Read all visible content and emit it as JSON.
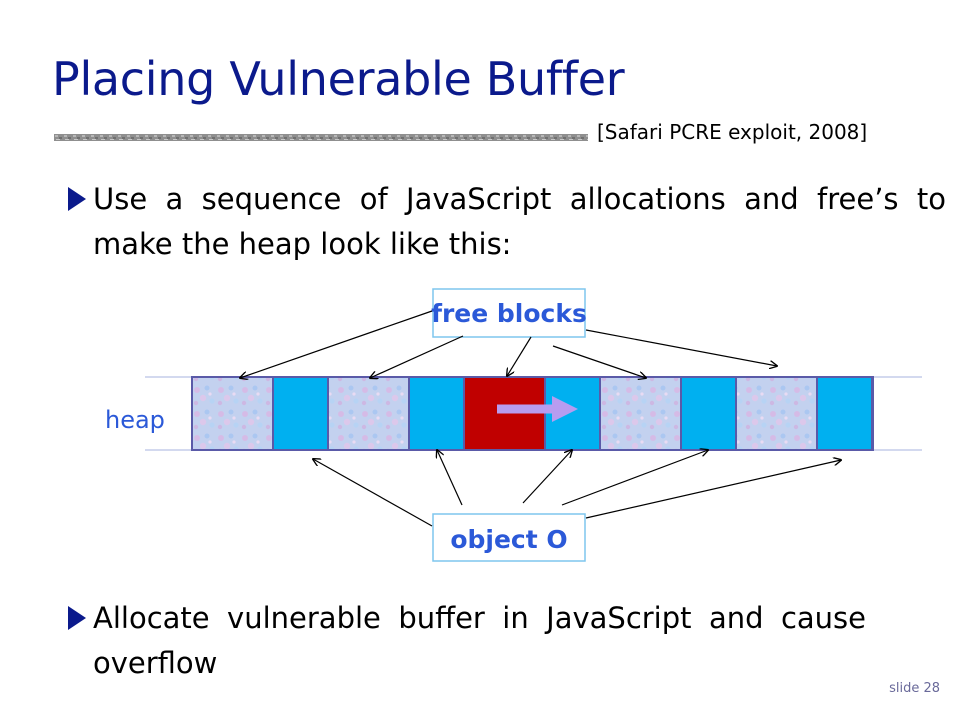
{
  "slide": {
    "title": "Placing Vulnerable Buffer",
    "citation": "[Safari PCRE exploit, 2008]",
    "slide_number": "slide 28"
  },
  "bullets": [
    {
      "text": "Use a sequence of JavaScript allocations and free’s to make the heap look like this:"
    },
    {
      "text": "Allocate vulnerable buffer in JavaScript and cause overflow"
    }
  ],
  "diagram": {
    "heap_label": "heap",
    "free_blocks_label": "free blocks",
    "object_label": "object O",
    "heap_cells": [
      "free-block",
      "object",
      "free-block",
      "object",
      "vulnerable-buffer",
      "object",
      "free-block",
      "object",
      "free-block",
      "object"
    ],
    "overflow_direction": "right",
    "icons": {
      "bullet": "bullet-icon",
      "overflow": "overflow-arrow-icon"
    }
  },
  "colors": {
    "title": "#0b1a8c",
    "label_text": "#2b59d8",
    "label_border": "#7ec6ee",
    "object_block": "#00b0f0",
    "vulnerable_buffer": "#c00000",
    "overflow_arrow": "#b79cf0",
    "heap_border": "#5a5aa8",
    "free_block_tint": "#c3d1ef"
  }
}
